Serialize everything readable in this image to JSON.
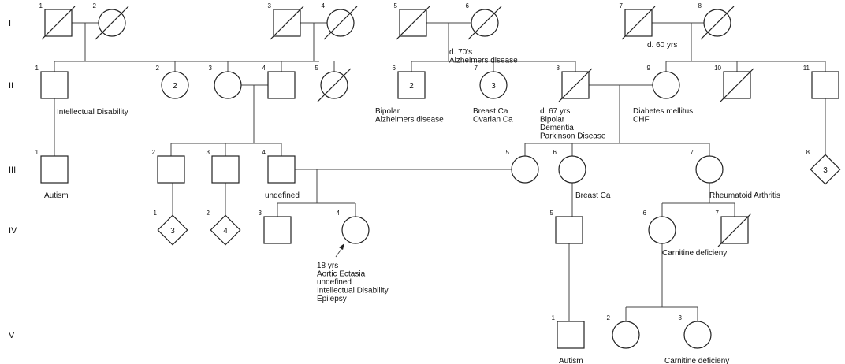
{
  "generations": [
    "I",
    "II",
    "III",
    "IV",
    "V"
  ],
  "individuals": {
    "I-1": {
      "number": "1",
      "sex": "male",
      "deceased": true
    },
    "I-2": {
      "number": "2",
      "sex": "female",
      "deceased": true
    },
    "I-3": {
      "number": "3",
      "sex": "male",
      "deceased": true
    },
    "I-4": {
      "number": "4",
      "sex": "female",
      "deceased": true
    },
    "I-5": {
      "number": "5",
      "sex": "male",
      "deceased": true
    },
    "I-6": {
      "number": "6",
      "sex": "female",
      "deceased": true,
      "notes": [
        "d. 70's",
        "Alzheimers disease"
      ]
    },
    "I-7": {
      "number": "7",
      "sex": "male",
      "deceased": true,
      "notes": [
        "d. 60 yrs"
      ]
    },
    "I-8": {
      "number": "8",
      "sex": "female",
      "deceased": true
    },
    "II-1": {
      "number": "1",
      "sex": "male",
      "notes": [
        "Intellectual Disability"
      ]
    },
    "II-2": {
      "number": "2",
      "sex": "female",
      "count": "2"
    },
    "II-3": {
      "number": "3",
      "sex": "female"
    },
    "II-4": {
      "number": "4",
      "sex": "male"
    },
    "II-5": {
      "number": "5",
      "sex": "female",
      "deceased": true
    },
    "II-6": {
      "number": "6",
      "sex": "male",
      "count": "2",
      "notes": [
        "Bipolar",
        "Alzheimers disease"
      ]
    },
    "II-7": {
      "number": "7",
      "sex": "female",
      "count": "3",
      "notes": [
        "Breast Ca",
        "Ovarian Ca"
      ]
    },
    "II-8": {
      "number": "8",
      "sex": "male",
      "deceased": true,
      "notes": [
        "d. 67 yrs",
        "Bipolar",
        "Dementia",
        "Parkinson Disease"
      ]
    },
    "II-9": {
      "number": "9",
      "sex": "female",
      "notes": [
        "Diabetes mellitus",
        "CHF"
      ]
    },
    "II-10": {
      "number": "10",
      "sex": "male",
      "deceased": true
    },
    "II-11": {
      "number": "11",
      "sex": "male"
    },
    "III-1": {
      "number": "1",
      "sex": "male",
      "notes": [
        "Autism"
      ]
    },
    "III-2": {
      "number": "2",
      "sex": "male"
    },
    "III-3": {
      "number": "3",
      "sex": "male"
    },
    "III-4": {
      "number": "4",
      "sex": "male",
      "notes": [
        "undefined"
      ]
    },
    "III-5": {
      "number": "5",
      "sex": "female"
    },
    "III-6": {
      "number": "6",
      "sex": "female",
      "notes": [
        "Breast Ca"
      ]
    },
    "III-7": {
      "number": "7",
      "sex": "female",
      "notes": [
        "Rheumatoid Arthritis"
      ]
    },
    "III-8": {
      "number": "8",
      "sex": "unknown",
      "count": "3"
    },
    "IV-1": {
      "number": "1",
      "sex": "unknown",
      "count": "3"
    },
    "IV-2": {
      "number": "2",
      "sex": "unknown",
      "count": "4"
    },
    "IV-3": {
      "number": "3",
      "sex": "male"
    },
    "IV-4": {
      "number": "4",
      "sex": "female",
      "proband": true,
      "notes": [
        "18 yrs",
        "Aortic Ectasia",
        "undefined",
        "Intellectual Disability",
        "Epilepsy"
      ]
    },
    "IV-5": {
      "number": "5",
      "sex": "male"
    },
    "IV-6": {
      "number": "6",
      "sex": "female",
      "notes": [
        "Carnitine deficieny"
      ]
    },
    "IV-7": {
      "number": "7",
      "sex": "male",
      "deceased": true
    },
    "V-1": {
      "number": "1",
      "sex": "male",
      "notes": [
        "Autism"
      ]
    },
    "V-2": {
      "number": "2",
      "sex": "female"
    },
    "V-3": {
      "number": "3",
      "sex": "female",
      "notes": [
        "Carnitine deficieny"
      ]
    }
  }
}
